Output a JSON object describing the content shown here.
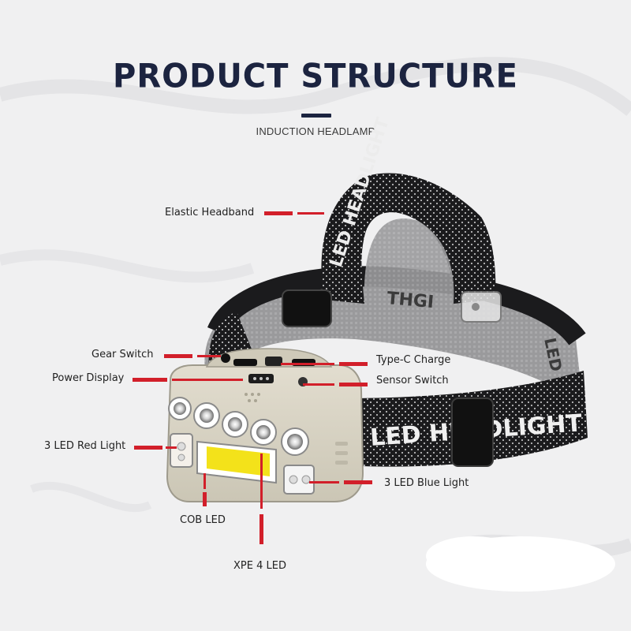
{
  "header": {
    "title": "PRODUCT STRUCTURE",
    "subtitle": "INDUCTION HEADLAMP"
  },
  "callouts": {
    "elastic_headband": "Elastic Headband",
    "gear_switch": "Gear Switch",
    "power_display": "Power Display",
    "red_light": "3 LED Red Light",
    "cob_led": "COB LED",
    "xpe_led": "XPE 4 LED",
    "type_c": "Type-C Charge",
    "sensor_switch": "Sensor Switch",
    "blue_light": "3 LED Blue Light"
  },
  "strap_print": {
    "text": "LED HEADLIGHT"
  },
  "colors": {
    "accent_red": "#d21f2a",
    "title_navy": "#1c2440",
    "strap_black": "#1b1b1d",
    "lamp_body": "#d8d3c2",
    "cob_yellow": "#f3e21a"
  }
}
